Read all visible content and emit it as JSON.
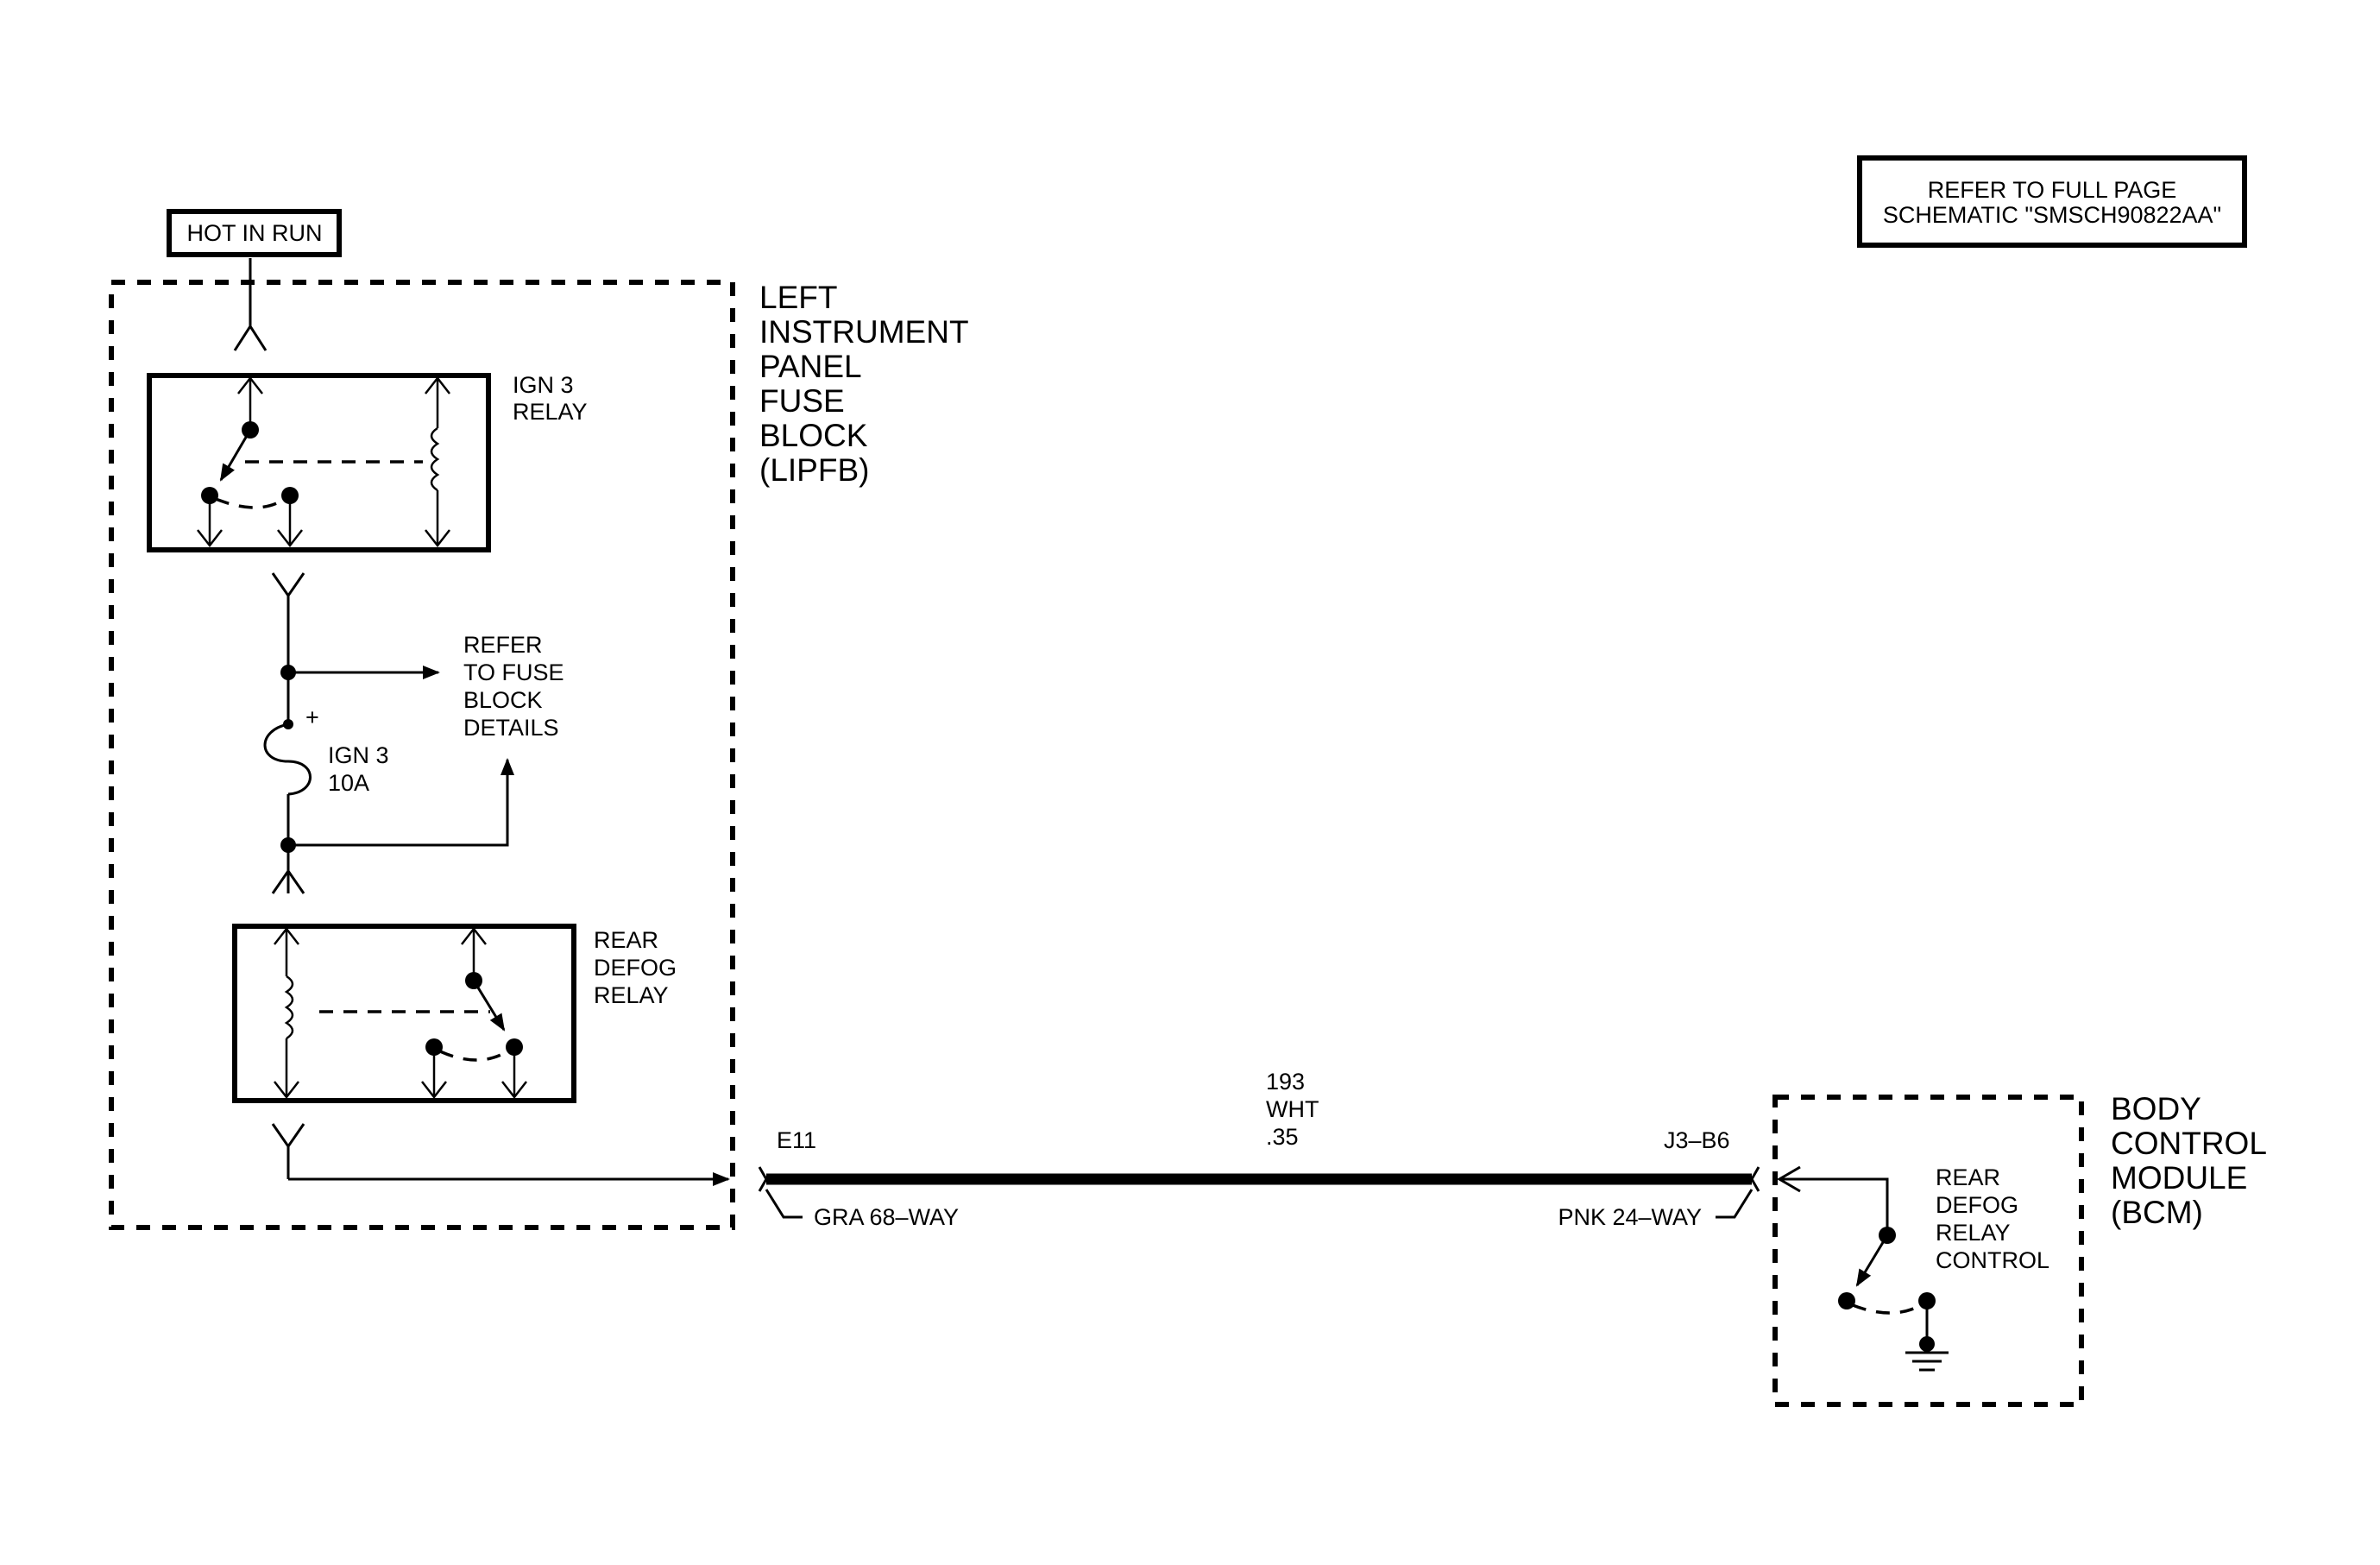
{
  "labels": {
    "hot_in_run": "HOT IN RUN",
    "refer_schematic": [
      "REFER TO FULL PAGE",
      "SCHEMATIC \"SMSCH90822AA\""
    ],
    "lipfb": [
      "LEFT",
      "INSTRUMENT",
      "PANEL",
      "FUSE",
      "BLOCK",
      "(LIPFB)"
    ],
    "ign3_relay": [
      "IGN 3",
      "RELAY"
    ],
    "refer_fuse": [
      "REFER",
      "TO FUSE",
      "BLOCK",
      "DETAILS"
    ],
    "fuse_plus": "+",
    "fuse_label": [
      "IGN 3",
      "10A"
    ],
    "rear_defog_relay": [
      "REAR",
      "DEFOG",
      "RELAY"
    ],
    "wire": [
      "193",
      "WHT",
      ".35"
    ],
    "left_pin": "E11",
    "right_pin": "J3–B6",
    "left_connector": "GRA 68–WAY",
    "right_connector": "PNK 24–WAY",
    "bcm_control": [
      "REAR",
      "DEFOG",
      "RELAY",
      "CONTROL"
    ],
    "bcm": [
      "BODY",
      "CONTROL",
      "MODULE",
      "(BCM)"
    ]
  }
}
